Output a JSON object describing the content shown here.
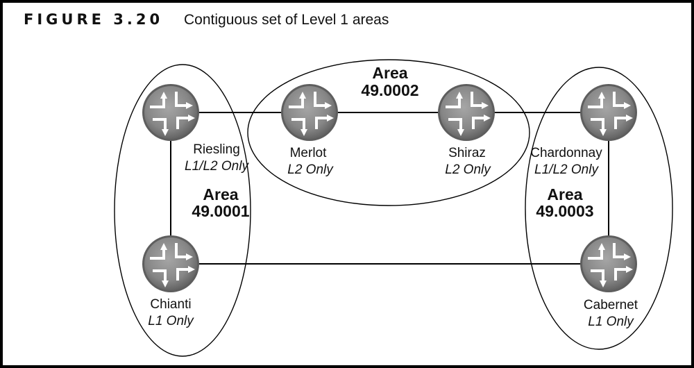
{
  "figure": {
    "number": "FIGURE 3.20",
    "title": "Contiguous set of Level 1 areas"
  },
  "areas": [
    {
      "id": "area1",
      "line1": "Area",
      "line2": "49.0001"
    },
    {
      "id": "area2",
      "line1": "Area",
      "line2": "49.0002"
    },
    {
      "id": "area3",
      "line1": "Area",
      "line2": "49.0003"
    }
  ],
  "routers": [
    {
      "id": "riesling",
      "name": "Riesling",
      "role": "L1/L2 Only",
      "icon": "router-icon"
    },
    {
      "id": "chianti",
      "name": "Chianti",
      "role": "L1 Only",
      "icon": "router-icon"
    },
    {
      "id": "merlot",
      "name": "Merlot",
      "role": "L2 Only",
      "icon": "router-icon"
    },
    {
      "id": "shiraz",
      "name": "Shiraz",
      "role": "L2 Only",
      "icon": "router-icon"
    },
    {
      "id": "chardonnay",
      "name": "Chardonnay",
      "role": "L1/L2 Only",
      "icon": "router-icon"
    },
    {
      "id": "cabernet",
      "name": "Cabernet",
      "role": "L1 Only",
      "icon": "router-icon"
    }
  ],
  "links": [
    [
      "riesling",
      "merlot"
    ],
    [
      "merlot",
      "shiraz"
    ],
    [
      "shiraz",
      "chardonnay"
    ],
    [
      "riesling",
      "chianti"
    ],
    [
      "chianti",
      "cabernet"
    ],
    [
      "chardonnay",
      "cabernet"
    ]
  ],
  "colors": {
    "router_fill": "#8c8c8c",
    "router_rim": "#5e5e5e",
    "arrow": "#ffffff",
    "line": "#000000"
  }
}
